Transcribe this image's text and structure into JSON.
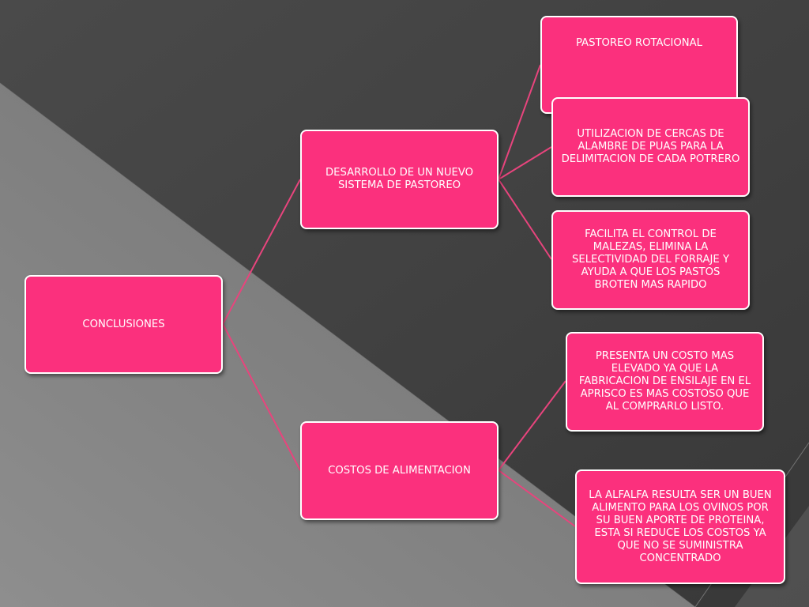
{
  "colors": {
    "node_fill": "#fb307d",
    "node_border": "#ffffff",
    "connector": "#e8447d",
    "bg_light": "#8a8a8a",
    "bg_dark": "#3f3f3f"
  },
  "diagram": {
    "root": {
      "label": "CONCLUSIONES"
    },
    "branches": [
      {
        "label": "DESARROLLO DE UN NUEVO SISTEMA DE PASTOREO",
        "children": [
          {
            "label": "PASTOREO ROTACIONAL"
          },
          {
            "label": "UTILIZACION DE CERCAS DE ALAMBRE DE PUAS PARA LA DELIMITACION DE CADA POTRERO"
          },
          {
            "label": "FACILITA EL CONTROL DE MALEZAS, ELIMINA LA SELECTIVIDAD DEL FORRAJE Y AYUDA A QUE LOS PASTOS BROTEN MAS RAPIDO"
          }
        ]
      },
      {
        "label": "COSTOS DE ALIMENTACION",
        "children": [
          {
            "label": "PRESENTA UN COSTO MAS ELEVADO YA QUE LA FABRICACION DE ENSILAJE EN EL APRISCO ES MAS COSTOSO QUE AL COMPRARLO LISTO."
          },
          {
            "label": "LA ALFALFA RESULTA SER UN BUEN ALIMENTO PARA LOS OVINOS POR SU BUEN APORTE DE PROTEINA, ESTA SI REDUCE LOS COSTOS YA QUE NO SE SUMINISTRA CONCENTRADO"
          }
        ]
      }
    ]
  }
}
